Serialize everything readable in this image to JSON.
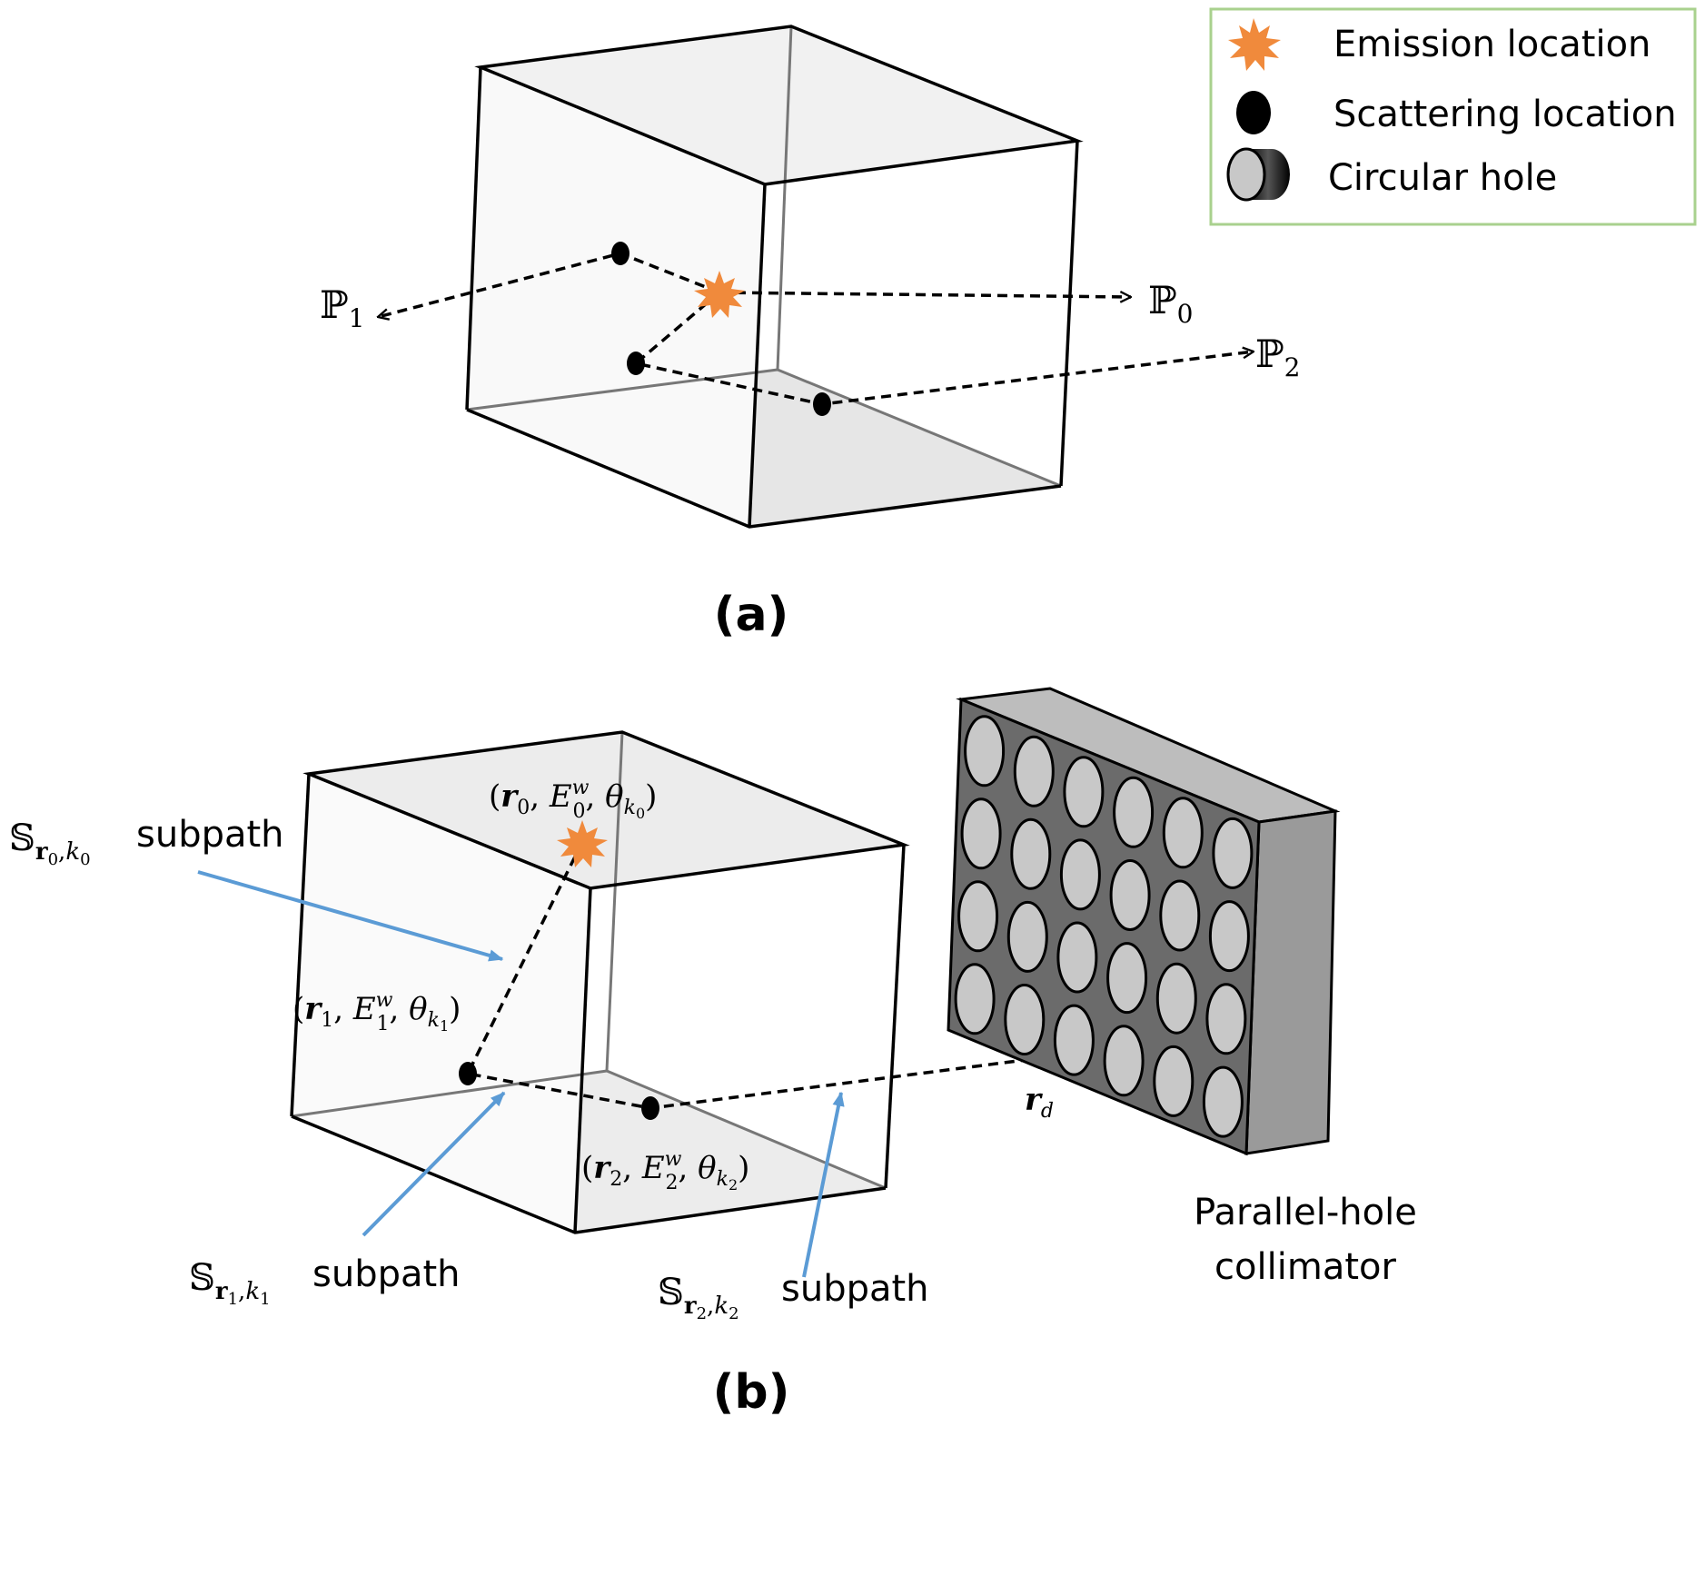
{
  "legend": {
    "emission": "Emission location",
    "scattering": "Scattering location",
    "hole": "Circular hole",
    "border_color": "#a9d18e"
  },
  "panel_a": {
    "caption": "(a)",
    "p0": "ℙ",
    "p0_sub": "0",
    "p1": "ℙ",
    "p1_sub": "1",
    "p2": "ℙ",
    "p2_sub": "2"
  },
  "panel_b": {
    "caption": "(b)",
    "s0": {
      "sym": "𝕊",
      "sub_a": "r",
      "sub_a_idx": "0",
      "sub_b": "k",
      "sub_b_idx": "0",
      "word": "subpath"
    },
    "s1": {
      "sym": "𝕊",
      "sub_a": "r",
      "sub_a_idx": "1",
      "sub_b": "k",
      "sub_b_idx": "1",
      "word": "subpath"
    },
    "s2": {
      "sym": "𝕊",
      "sub_a": "r",
      "sub_a_idx": "2",
      "sub_b": "k",
      "sub_b_idx": "2",
      "word": "subpath"
    },
    "t0": {
      "r": "r",
      "ri": "0",
      "E": "E",
      "Ei": "0",
      "w": "w",
      "theta": "θ",
      "k": "k",
      "ki": "0"
    },
    "t1": {
      "r": "r",
      "ri": "1",
      "E": "E",
      "Ei": "1",
      "w": "w",
      "theta": "θ",
      "k": "k",
      "ki": "1"
    },
    "t2": {
      "r": "r",
      "ri": "2",
      "E": "E",
      "Ei": "2",
      "w": "w",
      "theta": "θ",
      "k": "k",
      "ki": "2"
    },
    "rd": "r",
    "rd_sub": "d",
    "collimator_line1": "Parallel-hole",
    "collimator_line2": "collimator"
  },
  "colors": {
    "emission": "#f08a3c",
    "arrow_blue": "#5b9bd5",
    "collimator_face": "#6b6b6b",
    "collimator_top": "#bdbdbd",
    "collimator_side": "#9a9a9a",
    "hole": "#c8c8c8"
  }
}
